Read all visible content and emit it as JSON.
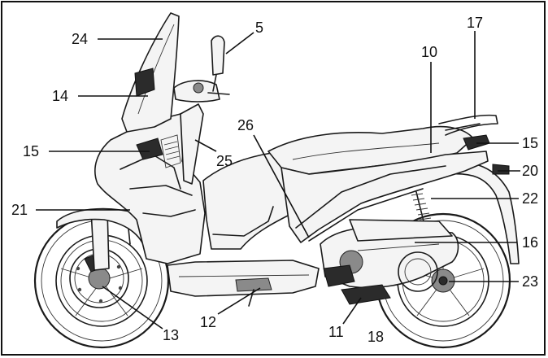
{
  "labels": [
    {
      "id": "24",
      "text": "24"
    },
    {
      "id": "5",
      "text": "5"
    },
    {
      "id": "14",
      "text": "14"
    },
    {
      "id": "15a",
      "text": "15"
    },
    {
      "id": "25",
      "text": "25"
    },
    {
      "id": "26",
      "text": "26"
    },
    {
      "id": "10",
      "text": "10"
    },
    {
      "id": "17",
      "text": "17"
    },
    {
      "id": "15b",
      "text": "15"
    },
    {
      "id": "20",
      "text": "20"
    },
    {
      "id": "22",
      "text": "22"
    },
    {
      "id": "21",
      "text": "21"
    },
    {
      "id": "16",
      "text": "16"
    },
    {
      "id": "23",
      "text": "23"
    },
    {
      "id": "12",
      "text": "12"
    },
    {
      "id": "13",
      "text": "13"
    },
    {
      "id": "11",
      "text": "11"
    },
    {
      "id": "18",
      "text": "18"
    }
  ]
}
